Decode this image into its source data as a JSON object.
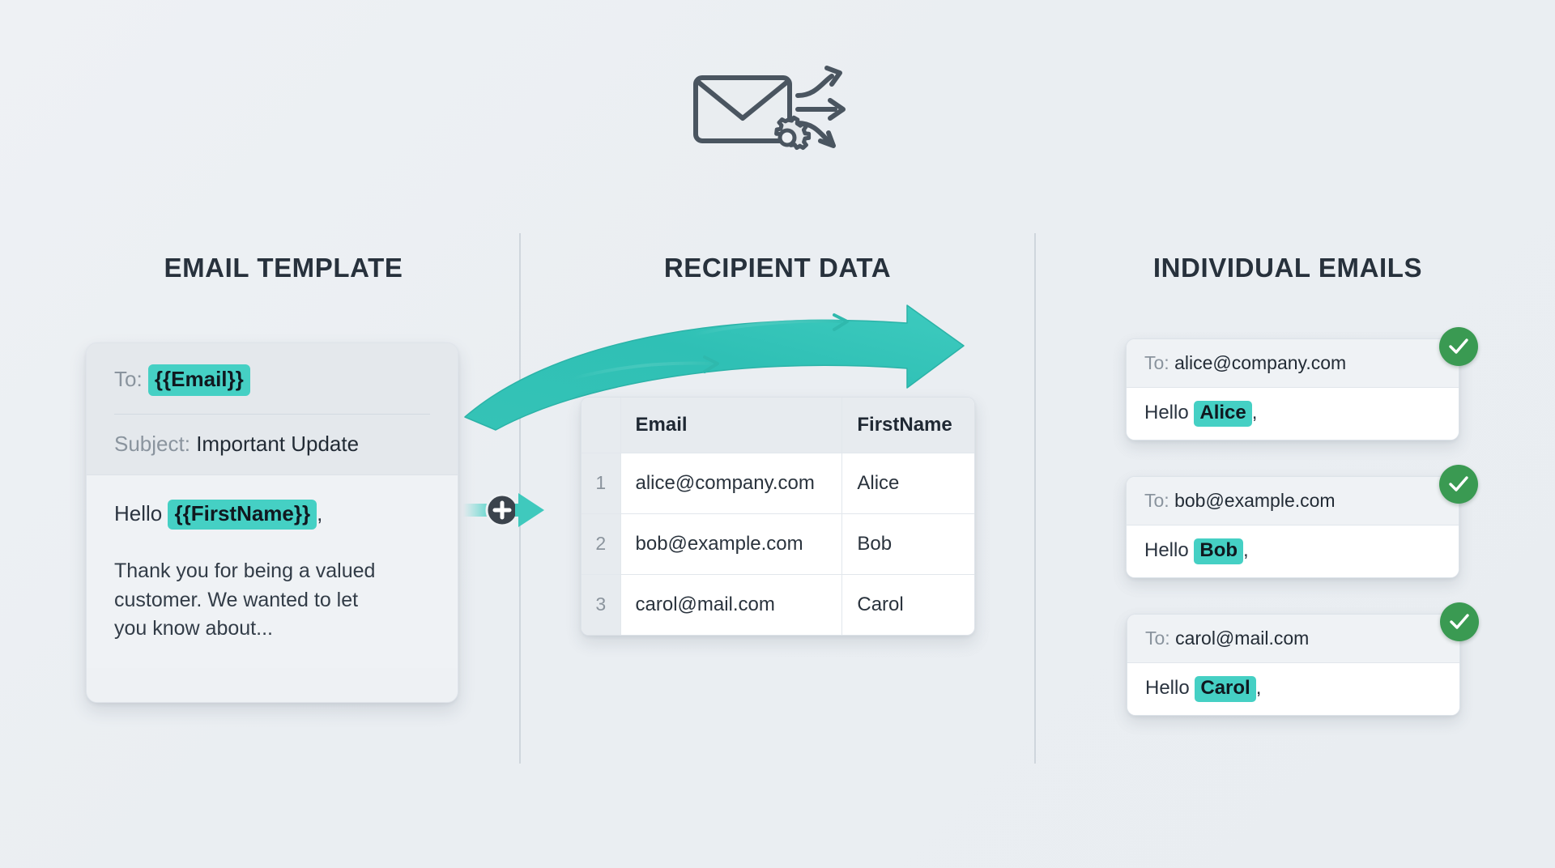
{
  "hero": {
    "icon": "envelope-gear-arrows-icon"
  },
  "columns": {
    "template_title": "EMAIL TEMPLATE",
    "recipient_title": "RECIPIENT DATA",
    "emails_title": "INDIVIDUAL EMAILS"
  },
  "template_card": {
    "to_label": "To:",
    "to_value": "{{Email}}",
    "subject_label": "Subject:",
    "subject_value": "Important Update",
    "greeting_prefix": "Hello",
    "greeting_token": "{{FirstName}}",
    "greeting_suffix": ",",
    "body_text": "Thank you for being a valued customer. We wanted to let you know about..."
  },
  "merge": {
    "plus_symbol": "+",
    "icon": "plus-circle-icon",
    "arrow_icon": "arrow-right-icon"
  },
  "recipient_table": {
    "headers": [
      "",
      "Email",
      "FirstName"
    ],
    "rows": [
      {
        "index": "1",
        "email": "alice@company.com",
        "first_name": "Alice"
      },
      {
        "index": "2",
        "email": "bob@example.com",
        "first_name": "Bob"
      },
      {
        "index": "3",
        "email": "carol@mail.com",
        "first_name": "Carol"
      }
    ]
  },
  "output_cards": [
    {
      "to_label": "To:",
      "to_value": "alice@company.com",
      "greeting_prefix": "Hello",
      "greeting_name": "Alice",
      "greeting_suffix": ",",
      "status_icon": "check-circle-icon"
    },
    {
      "to_label": "To:",
      "to_value": "bob@example.com",
      "greeting_prefix": "Hello",
      "greeting_name": "Bob",
      "greeting_suffix": ",",
      "status_icon": "check-circle-icon"
    },
    {
      "to_label": "To:",
      "to_value": "carol@mail.com",
      "greeting_prefix": "Hello",
      "greeting_name": "Carol",
      "greeting_suffix": ",",
      "status_icon": "check-circle-icon"
    }
  ],
  "colors": {
    "accent_teal": "#45d0c4",
    "arrow_teal": "#2fc0b5",
    "success_green": "#3a9a52",
    "heading_navy": "#27313c",
    "background": "#eef1f4"
  }
}
